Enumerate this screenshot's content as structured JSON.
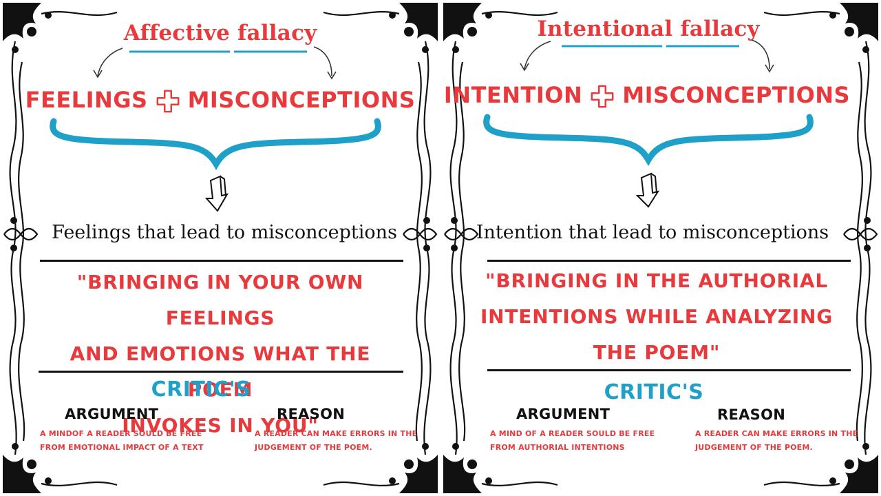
{
  "left": {
    "title": "Affective fallacy",
    "term1": "FEELINGS",
    "term2": "MISCONCEPTIONS",
    "description": "Feelings that lead to misconceptions",
    "quote": [
      "\"BRINGING IN YOUR OWN FEELINGS",
      "AND EMOTIONS WHAT THE POEM",
      "INVOKES IN YOU\""
    ],
    "critics_label": "CRITIC'S",
    "argument_label": "ARGUMENT",
    "argument_text": [
      "A MINDOF A READER SOULD BE FREE",
      "FROM EMOTIONAL IMPACT OF A TEXT"
    ],
    "reason_label": "REASON",
    "reason_text": [
      "A READER CAN MAKE ERRORS IN THE",
      "JUDGEMENT OF THE POEM."
    ]
  },
  "right": {
    "title": "Intentional fallacy",
    "term1": "INTENTION",
    "term2": "MISCONCEPTIONS",
    "description": "Intention that lead to misconceptions",
    "quote": [
      "\"BRINGING IN THE AUTHORIAL",
      "INTENTIONS WHILE ANALYZING",
      "THE POEM\""
    ],
    "critics_label": "CRITIC'S",
    "argument_label": "ARGUMENT",
    "argument_text": [
      "A MIND OF A READER SOULD BE FREE",
      "FROM AUTHORIAL INTENTIONS"
    ],
    "reason_label": "REASON",
    "reason_text": [
      "A READER CAN MAKE ERRORS IN THE",
      "JUDGEMENT OF THE POEM."
    ]
  },
  "colors": {
    "accent_red": "#e8393c",
    "accent_blue": "#1fa0c8",
    "text_dark": "#111111"
  },
  "icons": [
    "plus-icon",
    "curly-brace",
    "down-arrow-icon",
    "curved-arrow-icon",
    "ornamental-border"
  ]
}
